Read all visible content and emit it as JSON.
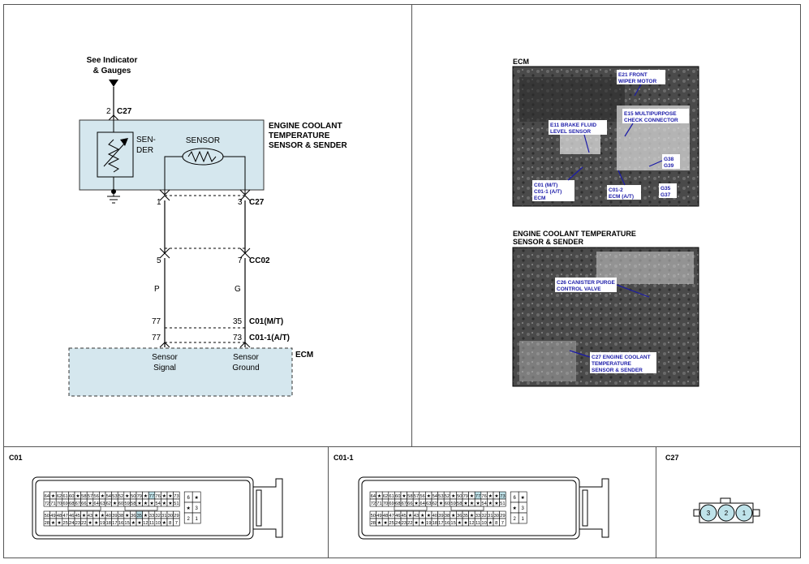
{
  "schematic": {
    "indicator_line1": "See Indicator",
    "indicator_line2": "& Gauges",
    "c27_top_pin": "2",
    "c27_label": "C27",
    "component_line1": "ENGINE COOLANT",
    "component_line2": "TEMPERATURE",
    "component_line3": "SENSOR & SENDER",
    "sender_line1": "SEN-",
    "sender_line2": "DER",
    "sensor_label": "SENSOR",
    "c27_pin_left": "1",
    "c27_pin_right": "3",
    "c27_bottom_label": "C27",
    "cc02_pin_left": "5",
    "cc02_pin_right": "7",
    "cc02_label": "CC02",
    "wire_left_color": "P",
    "wire_right_color": "G",
    "c01_pin_left": "77",
    "c01_pin_right": "35",
    "c01_label": "C01(M/T)",
    "c011_pin_left": "77",
    "c011_pin_right": "73",
    "c011_label": "C01-1(A/T)",
    "ecm_label": "ECM",
    "ecm_left_line1": "Sensor",
    "ecm_left_line2": "Signal",
    "ecm_right_line1": "Sensor",
    "ecm_right_line2": "Ground"
  },
  "photos": {
    "ecm_title": "ECM",
    "ecm_callouts": {
      "e21_line1": "E21 FRONT",
      "e21_line2": "WIPER MOTOR",
      "e15_line1": "E15 MULTIPURPOSE",
      "e15_line2": "CHECK CONNECTOR",
      "e11_line1": "E11 BRAKE FLUID",
      "e11_line2": "LEVEL SENSOR",
      "g38": "G38",
      "g39": "G39",
      "c01_line1": "C01 (M/T)",
      "c01_line2": "C01-1 (A/T)",
      "c01_line3": "ECM",
      "c012_line1": "C01-2",
      "c012_line2": "ECM (A/T)",
      "g35": "G35",
      "g37": "G37"
    },
    "coolant_title_line1": "ENGINE COOLANT TEMPERATURE",
    "coolant_title_line2": "SENSOR & SENDER",
    "coolant_callouts": {
      "c26_line1": "C26 CANISTER PURGE",
      "c26_line2": "CONTROL VALVE",
      "c27_line1": "C27 ENGINE COOLANT",
      "c27_line2": "TEMPERATURE",
      "c27_line3": "SENSOR & SENDER"
    }
  },
  "connectors": {
    "c01_title": "C01",
    "c011_title": "C01-1",
    "c27_title": "C27",
    "ecm_rows": [
      [
        "64",
        "★",
        "62",
        "61",
        "60",
        "★",
        "58",
        "57",
        "56",
        "★",
        "54",
        "53",
        "52",
        "★",
        "50",
        "79",
        "★",
        "77",
        "76",
        "★",
        "★",
        "73"
      ],
      [
        "72",
        "71",
        "70",
        "69",
        "68",
        "67",
        "66",
        "★",
        "64",
        "63",
        "62",
        "★",
        "60",
        "59",
        "58",
        "★",
        "★",
        "★",
        "54",
        "★",
        "★",
        "51"
      ],
      [
        "50",
        "49",
        "48",
        "47",
        "46",
        "45",
        "★",
        "43",
        "★",
        "★",
        "40",
        "39",
        "38",
        "★",
        "36",
        "35",
        "★",
        "33",
        "32",
        "31",
        "30",
        "29"
      ],
      [
        "28",
        "★",
        "★",
        "25",
        "24",
        "23",
        "22",
        "★",
        "★",
        "19",
        "18",
        "17",
        "16",
        "15",
        "★",
        "★",
        "12",
        "11",
        "10",
        "★",
        "8",
        "7"
      ]
    ],
    "ecm_side": [
      [
        "6",
        "★"
      ],
      [
        "★",
        "3"
      ],
      [
        "2",
        "1"
      ]
    ],
    "c01_highlight": [
      "77",
      "35"
    ],
    "c011_highlight": [
      "77",
      "73"
    ],
    "c27_pins": [
      "3",
      "2",
      "1"
    ],
    "pin_highlight_color": "#bfe3ea"
  }
}
